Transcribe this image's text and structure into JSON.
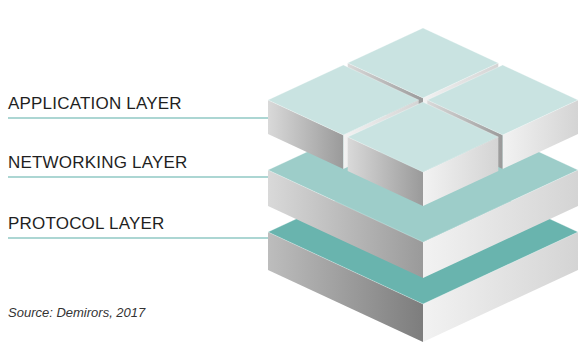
{
  "diagram": {
    "caption": "Source: Demirors, 2017",
    "labels": [
      "APPLICATION LAYER",
      "NETWORKING LAYER",
      "PROTOCOL LAYER"
    ]
  }
}
